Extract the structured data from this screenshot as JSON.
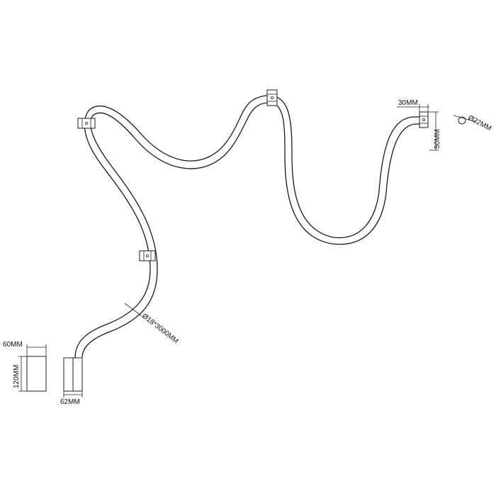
{
  "dimensions": {
    "base_width": "60MM",
    "base_height": "120MM",
    "base_depth": "62MM",
    "tube": "Ø18*3000MM",
    "end_width": "30MM",
    "end_height": "50MM",
    "end_diameter": "Ø22MM"
  },
  "colors": {
    "line": "#222222",
    "background": "#ffffff"
  }
}
